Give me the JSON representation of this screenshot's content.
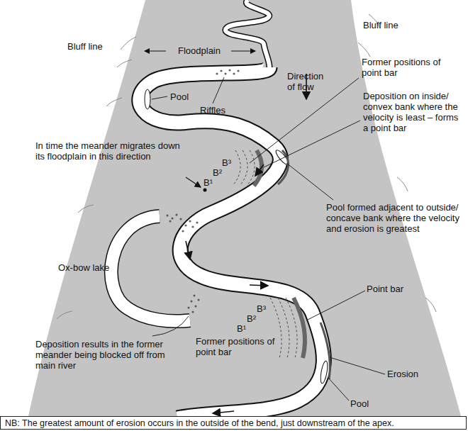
{
  "diagram": {
    "caption": "NB: The greatest amount of erosion occurs in the outside of the bend, just downstream of the apex.",
    "labels": [
      "Bluff line",
      "Bluff line",
      "Floodplain",
      "Former positions of point bar",
      "Direction of flow",
      "Deposition on inside/ convex bank where the velocity is least – forms a point bar",
      "Pool",
      "Riffles",
      "In time the meander migrates down its floodplain in this direction",
      "B¹",
      "B²",
      "B³",
      "Pool formed adjacent to outside/ concave bank where the velocity and erosion is greatest",
      "Ox-bow lake",
      "Deposition results in the former meander being blocked off from main river",
      "Point bar",
      "B¹",
      "B²",
      "B³",
      "Former positions of point bar",
      "Erosion",
      "Pool"
    ]
  }
}
